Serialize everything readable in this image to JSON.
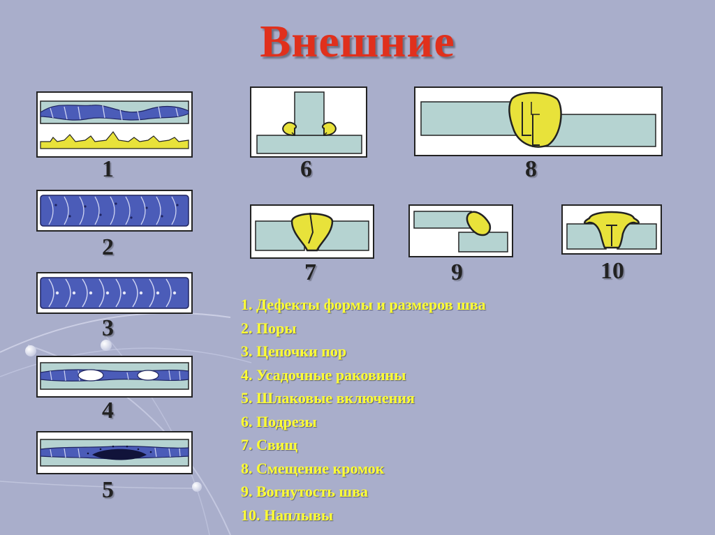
{
  "title": "Внешние",
  "colors": {
    "background": "#a9aecb",
    "title": "#e0301c",
    "legend_text": "#ffff33",
    "metal": "#b5d3d1",
    "weld": "#e8e23a",
    "bead": "#4b5cb8"
  },
  "figure_numbers": [
    "1",
    "2",
    "3",
    "4",
    "5",
    "6",
    "7",
    "8",
    "9",
    "10"
  ],
  "legend": [
    "1. Дефекты формы и размеров шва",
    "2. Поры",
    "3. Цепочки пор",
    "4. Усадочные раковины",
    "5. Шлаковые включения",
    "6. Подрезы",
    "7. Свищ",
    "8. Смещение кромок",
    "9. Вогнутость шва",
    "10. Наплывы"
  ]
}
